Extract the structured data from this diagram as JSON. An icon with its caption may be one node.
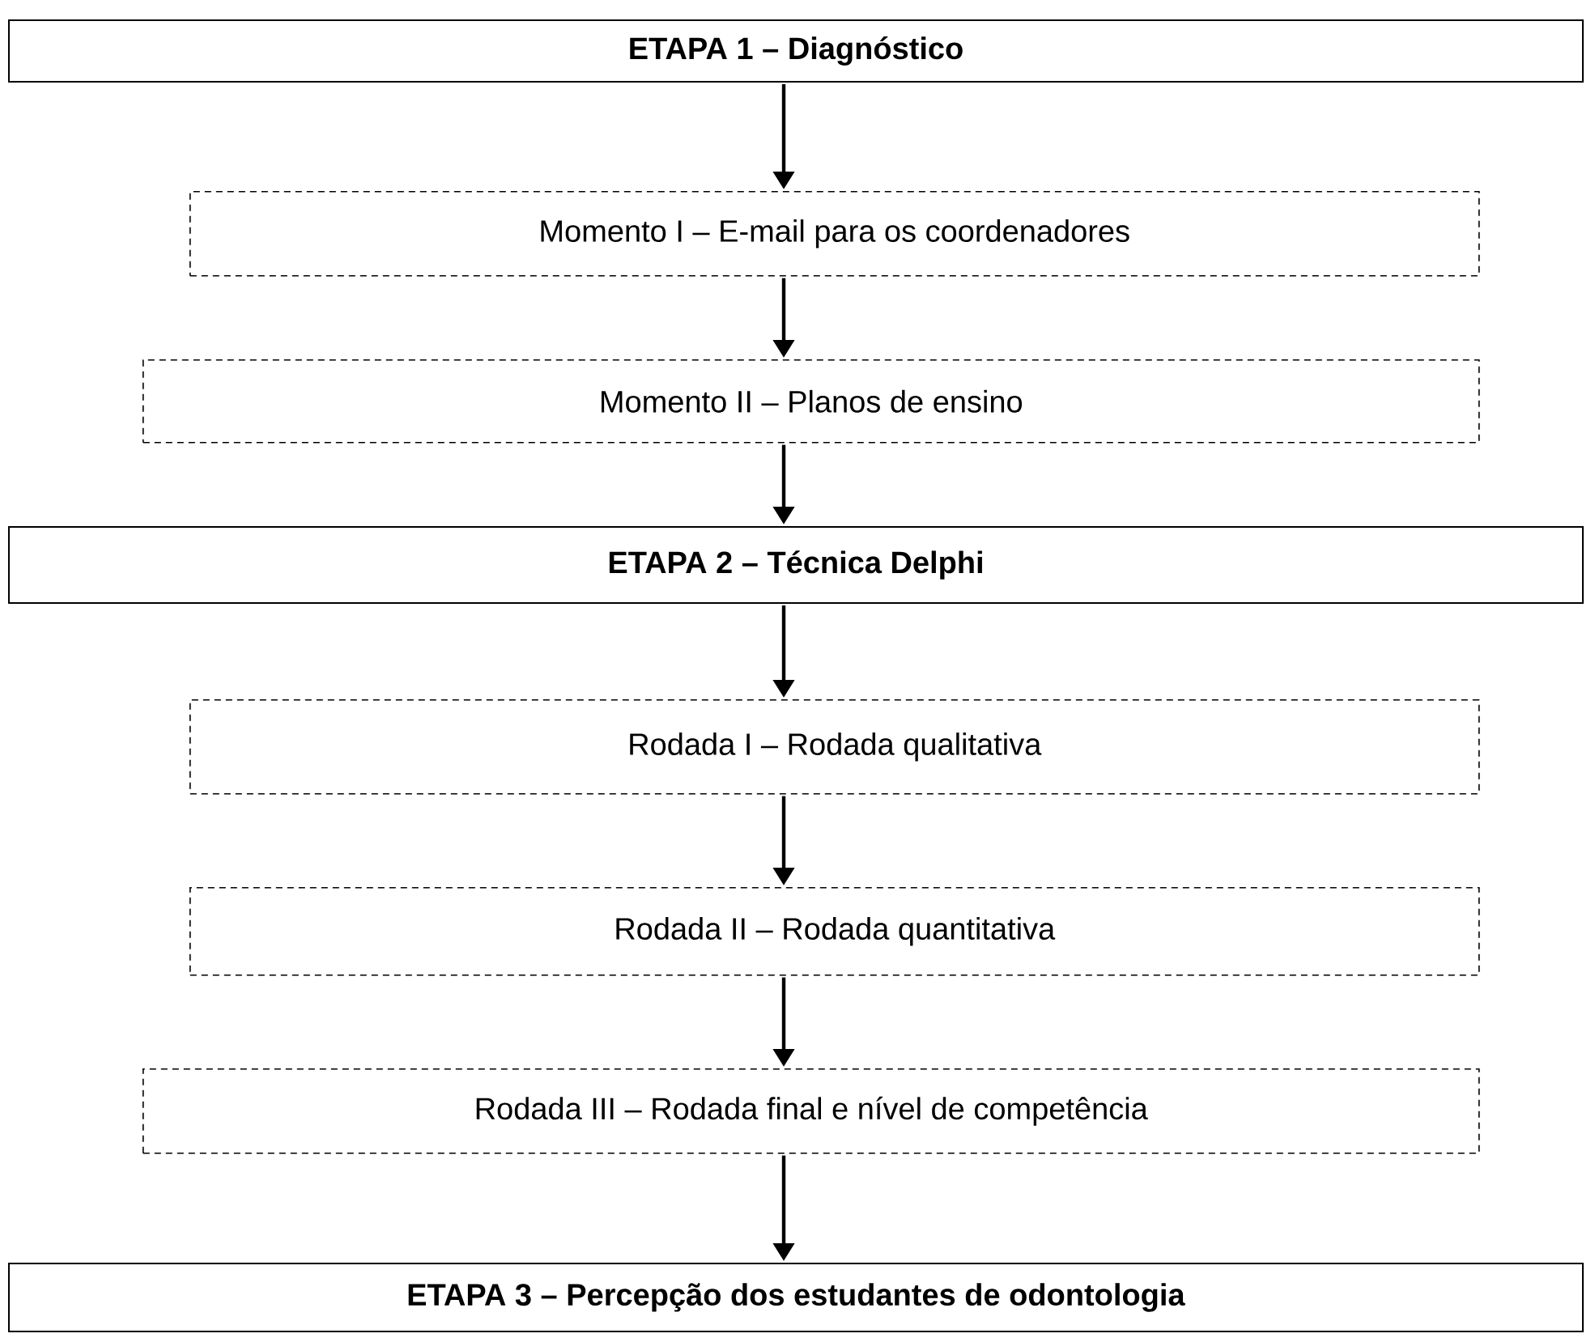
{
  "diagram": {
    "nodes": [
      {
        "text": [
          "**ETAPA 1 – Diagnóstico**"
        ]
      },
      {
        "text": [
          "Momento I – E-mail para os coordenadores"
        ]
      },
      {
        "text": [
          "Momento II – Planos de ensino"
        ]
      },
      {
        "text": [
          "**ETAPA 2 – Técnica Delphi**"
        ]
      },
      {
        "text": [
          "Rodada I – Rodada qualitativa"
        ]
      },
      {
        "text": [
          "Rodada II – Rodada quantitativa"
        ]
      },
      {
        "text": [
          "Rodada III – Rodada final e nível de competência"
        ]
      },
      {
        "text": [
          "**ETAPA 3 – Percepção dos estudantes de odontologia**"
        ]
      }
    ],
    "edges": [
      {
        "from": 0,
        "to": 1,
        "arrow": "to"
      },
      {
        "from": 1,
        "to": 2,
        "arrow": "to"
      },
      {
        "from": 2,
        "to": 3,
        "arrow": "to"
      },
      {
        "from": 3,
        "to": 4,
        "arrow": "to"
      },
      {
        "from": 4,
        "to": 5,
        "arrow": "to"
      },
      {
        "from": 5,
        "to": 6,
        "arrow": "to"
      },
      {
        "from": 6,
        "to": 7,
        "arrow": "to"
      }
    ]
  }
}
